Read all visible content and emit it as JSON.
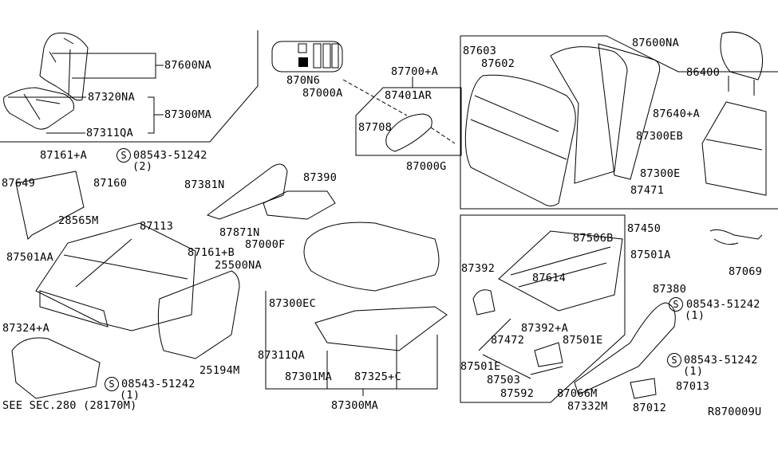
{
  "diagram": {
    "code": "R870009U",
    "reference": "SEE SEC.280 (28170M)",
    "labels": {
      "l87600NA_a": "87600NA",
      "l87320NA": "87320NA",
      "l87300MA_a": "87300MA",
      "l87311QA_a": "87311QA",
      "l870N6": "870N6",
      "l87000A": "87000A",
      "l87700A": "87700+A",
      "l87401AR": "87401AR",
      "l87708": "87708",
      "l87000G": "87000G",
      "l87603": "87603",
      "l87602": "87602",
      "l87600NA_b": "87600NA",
      "l86400": "86400",
      "l87640A": "87640+A",
      "l87300EB": "87300EB",
      "l87300E": "87300E",
      "l87471": "87471",
      "l87161A": "87161+A",
      "l08543_a": "08543-51242",
      "l08543_a_qty": "(2)",
      "l87649": "87649",
      "l87160": "87160",
      "l87381N": "87381N",
      "l87390": "87390",
      "l28565M": "28565M",
      "l87113": "87113",
      "l87871N": "87871N",
      "l87000F": "87000F",
      "l87501AA": "87501AA",
      "l87161B": "87161+B",
      "l25500NA": "25500NA",
      "l87324A": "87324+A",
      "l87300EC": "87300EC",
      "l87311QA_b": "87311QA",
      "l25194M": "25194M",
      "l08543_b": "08543-51242",
      "l08543_b_qty": "(1)",
      "l87301MA": "87301MA",
      "l87325C": "87325+C",
      "l87300MA_b": "87300MA",
      "l87450": "87450",
      "l87506B": "87506B",
      "l87501A": "87501A",
      "l87392": "87392",
      "l87614": "87614",
      "l87069": "87069",
      "l87380": "87380",
      "l08543_c": "08543-51242",
      "l08543_c_qty": "(1)",
      "l87392A": "87392+A",
      "l87472": "87472",
      "l87501E_a": "87501E",
      "l87501E_b": "87501E",
      "l08543_d": "08543-51242",
      "l08543_d_qty": "(1)",
      "l87503": "87503",
      "l87592": "87592",
      "l87066M": "87066M",
      "l87013": "87013",
      "l87332M": "87332M",
      "l87012": "87012"
    },
    "symbol_s": "S"
  }
}
